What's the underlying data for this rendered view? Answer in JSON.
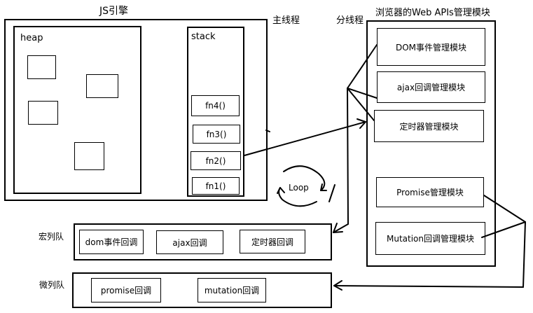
{
  "js_engine": {
    "title": "JS引擎",
    "heap_label": "heap",
    "stack_label": "stack",
    "stack_frames": [
      "fn4()",
      "fn3()",
      "fn2()",
      "fn1()"
    ]
  },
  "main_thread_label": "主线程",
  "sub_thread_label": "分线程",
  "web_apis": {
    "title": "浏览器的Web APIs管理模块",
    "modules": [
      "DOM事件管理模块",
      "ajax回调管理模块",
      "定时器管理模块",
      "Promise管理模块",
      "Mutation回调管理模块"
    ]
  },
  "loop_label": "Loop",
  "macro_queue": {
    "label": "宏列队",
    "items": [
      "dom事件回调",
      "ajax回调",
      "定时器回调"
    ]
  },
  "micro_queue": {
    "label": "微列队",
    "items": [
      "promise回调",
      "mutation回调"
    ]
  }
}
